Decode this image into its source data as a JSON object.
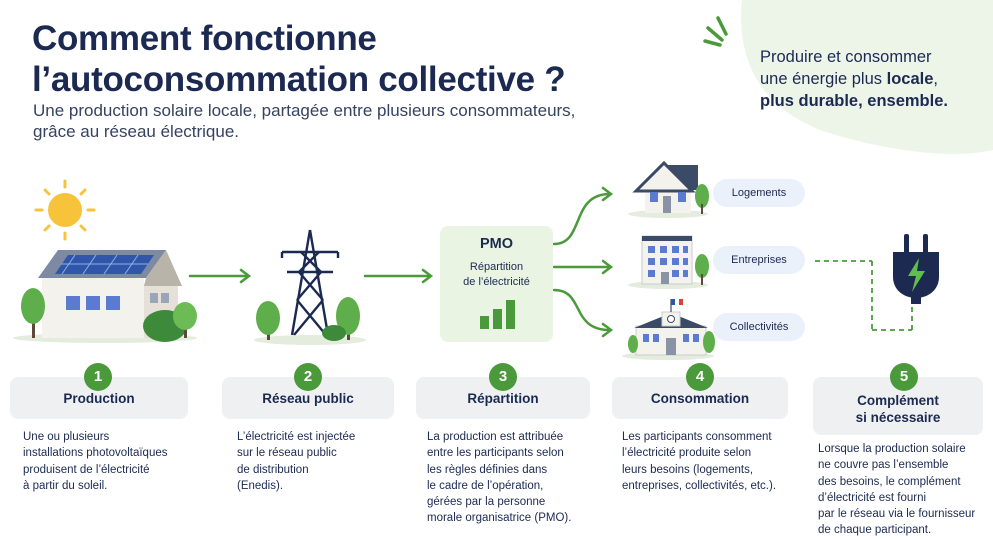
{
  "header": {
    "title_lines": [
      "Comment fonctionne",
      "l’autoconsommation collective ?"
    ],
    "subtitle_lines": [
      "Une production solaire locale, partagée entre plusieurs consommateurs,",
      "grâce au réseau électrique."
    ]
  },
  "tagline": {
    "line1": "Produire et consommer",
    "line2_plain": "une énergie plus ",
    "line2_bold": "locale",
    "line2_end": ",",
    "line3_bold": "plus durable, ensemble."
  },
  "pmo": {
    "title": "PMO",
    "subtitle_lines": [
      "Répartition",
      "de l’électricité"
    ]
  },
  "consumers": [
    "Logements",
    "Entreprises",
    "Collectivités"
  ],
  "steps": [
    {
      "number": "1",
      "title_lines": [
        "Production"
      ],
      "desc_lines": [
        "Une ou plusieurs",
        "installations photovoltaïques",
        "produisent de l’électricité",
        "à partir du soleil."
      ]
    },
    {
      "number": "2",
      "title_lines": [
        "Réseau public"
      ],
      "desc_lines": [
        "L’électricité est injectée",
        "sur le réseau public",
        "de distribution",
        "(Enedis)."
      ]
    },
    {
      "number": "3",
      "title_lines": [
        "Répartition"
      ],
      "desc_lines": [
        "La production est attribuée",
        "entre les participants selon",
        "les règles définies dans",
        "le cadre de l’opération,",
        "gérées par la personne",
        "morale organisatrice (PMO)."
      ]
    },
    {
      "number": "4",
      "title_lines": [
        "Consommation"
      ],
      "desc_lines": [
        "Les participants consomment",
        "l’électricité produite selon",
        "leurs besoins (logements,",
        "entreprises, collectivités, etc.)."
      ]
    },
    {
      "number": "5",
      "title_lines": [
        "Complément",
        "si nécessaire"
      ],
      "desc_lines": [
        "Lorsque la production solaire",
        "ne couvre pas l’ensemble",
        "des besoins, le complément",
        "d’électricité est fourni",
        "par le réseau via le fournisseur",
        "de chaque participant."
      ]
    }
  ],
  "colors": {
    "accent_green": "#4a9a3c",
    "navy": "#1c2a52",
    "card_bg": "#eef0f2",
    "pill_bg": "#eaf1fb",
    "blob": "#edf5e8"
  },
  "icons": [
    "sun-icon",
    "solar-house-icon",
    "pylon-icon",
    "bar-chart-icon",
    "house-icon",
    "office-building-icon",
    "town-hall-icon",
    "plug-icon",
    "bolt-icon",
    "tree-icon"
  ]
}
